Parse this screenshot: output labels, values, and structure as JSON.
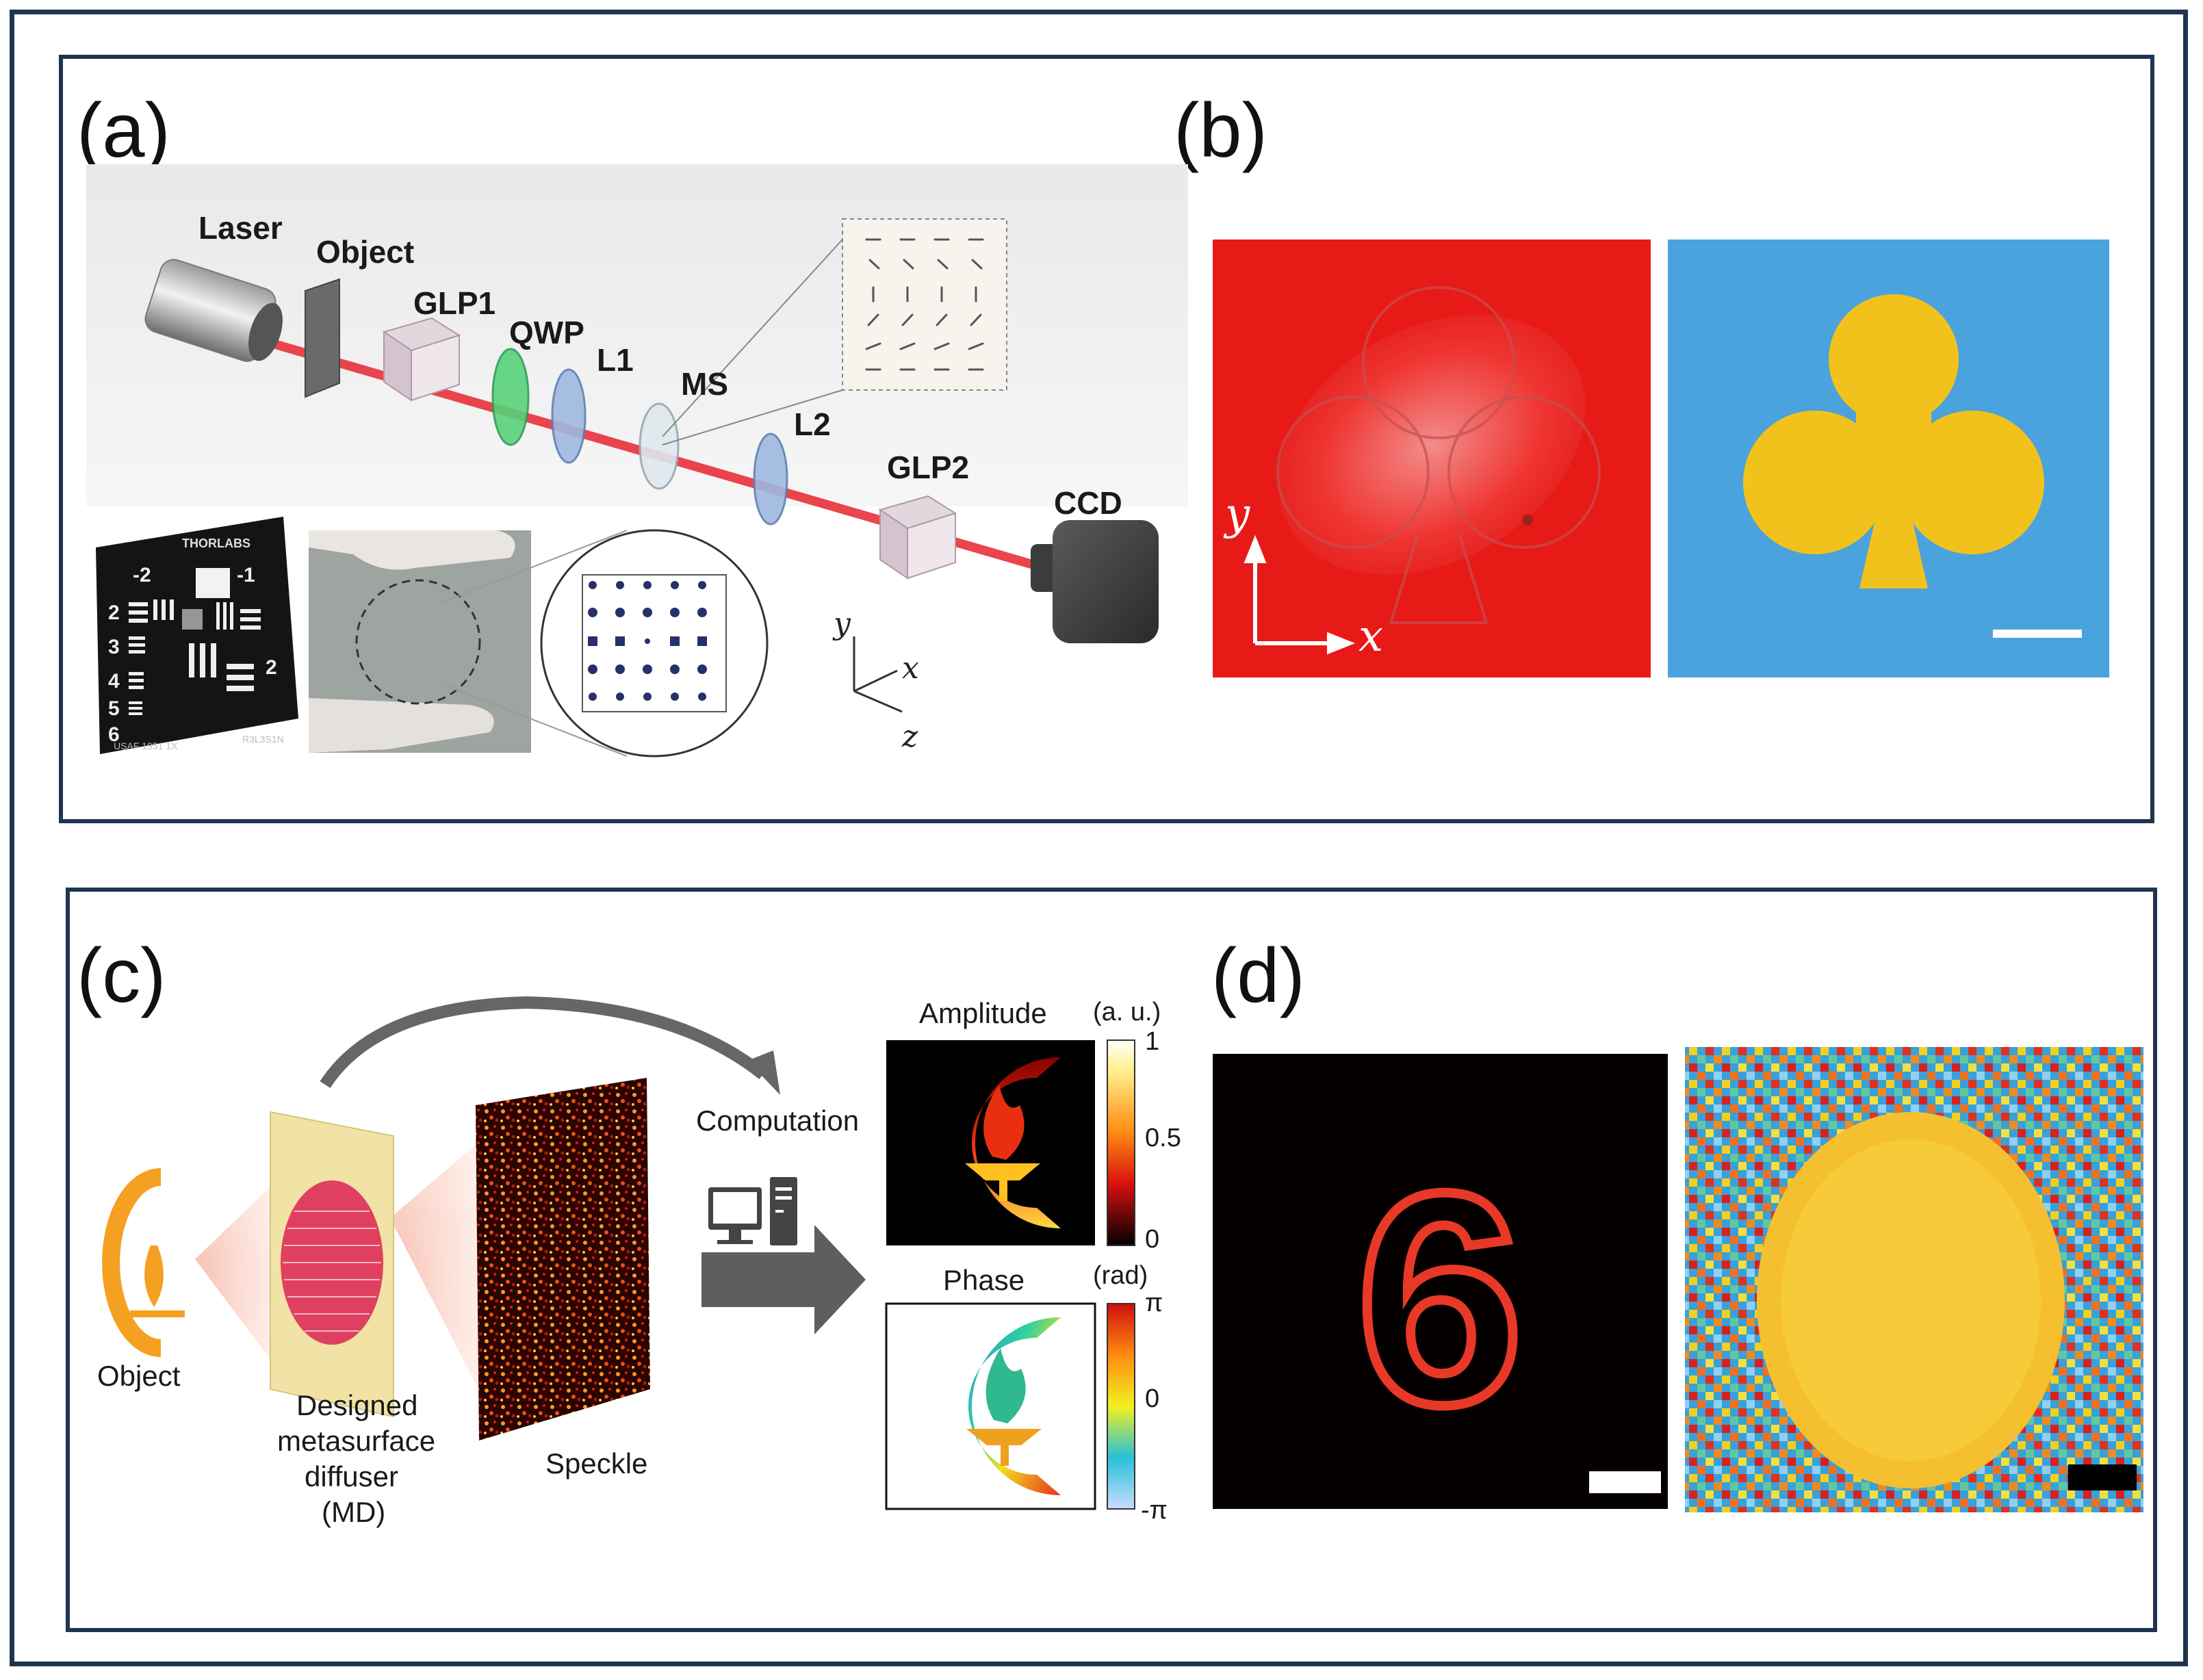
{
  "panels": {
    "a": {
      "label": "(a)",
      "components": {
        "laser": "Laser",
        "object": "Object",
        "glp1": "GLP1",
        "qwp": "QWP",
        "l1": "L1",
        "ms": "MS",
        "l2": "L2",
        "glp2": "GLP2",
        "ccd": "CCD"
      },
      "axes": {
        "y": "y",
        "x": "x",
        "z": "z"
      },
      "target": {
        "brand": "THORLABS",
        "footer_left": "USAF 1951 1X",
        "footer_right": "R3L3S1N",
        "numbers": [
          "-2",
          "-1",
          "2",
          "3",
          "4",
          "5",
          "6",
          "2"
        ]
      }
    },
    "b": {
      "label": "(b)",
      "axes": {
        "y": "y",
        "x": "x"
      }
    },
    "c": {
      "label": "(c)",
      "object": "Object",
      "diffuser_line1": "Designed",
      "diffuser_line2": "metasurface",
      "diffuser_line3": "diffuser",
      "diffuser_line4": "(MD)",
      "speckle": "Speckle",
      "computation": "Computation",
      "amplitude": {
        "title": "Amplitude",
        "unit": "(a. u.)",
        "ticks": [
          "1",
          "0.5",
          "0"
        ]
      },
      "phase": {
        "title": "Phase",
        "unit": "(rad)",
        "ticks": [
          "π",
          "0",
          "-π"
        ]
      }
    },
    "d": {
      "label": "(d)",
      "digit": "6"
    }
  }
}
